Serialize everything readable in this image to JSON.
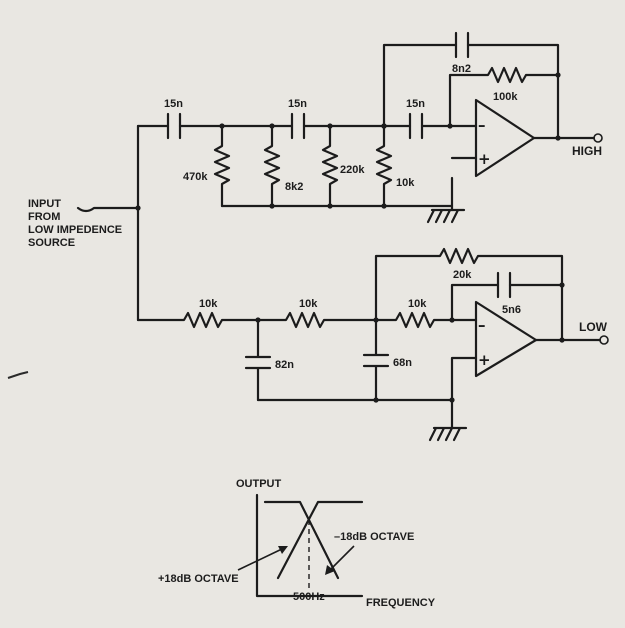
{
  "input_label": [
    "INPUT",
    "FROM",
    "LOW IMPEDENCE",
    "SOURCE"
  ],
  "outputs": {
    "high": "HIGH",
    "low": "LOW"
  },
  "high_pass": {
    "c1": "15n",
    "c2": "15n",
    "c3": "15n",
    "r1": "470k",
    "r2": "8k2",
    "r3": "220k",
    "r4": "10k",
    "c_feedback": "8n2",
    "r_feedback": "100k"
  },
  "low_pass": {
    "r1": "10k",
    "r2": "10k",
    "r3": "10k",
    "c1": "82n",
    "c2": "68n",
    "r_feedback": "20k",
    "c_feedback": "5n6"
  },
  "opamp_signs": {
    "minus": "–",
    "plus": "+"
  },
  "response_graph": {
    "y_label": "OUTPUT",
    "x_label": "FREQUENCY",
    "crossover": "500Hz",
    "left_slope": "+18dB OCTAVE",
    "right_slope": "–18dB OCTAVE"
  }
}
